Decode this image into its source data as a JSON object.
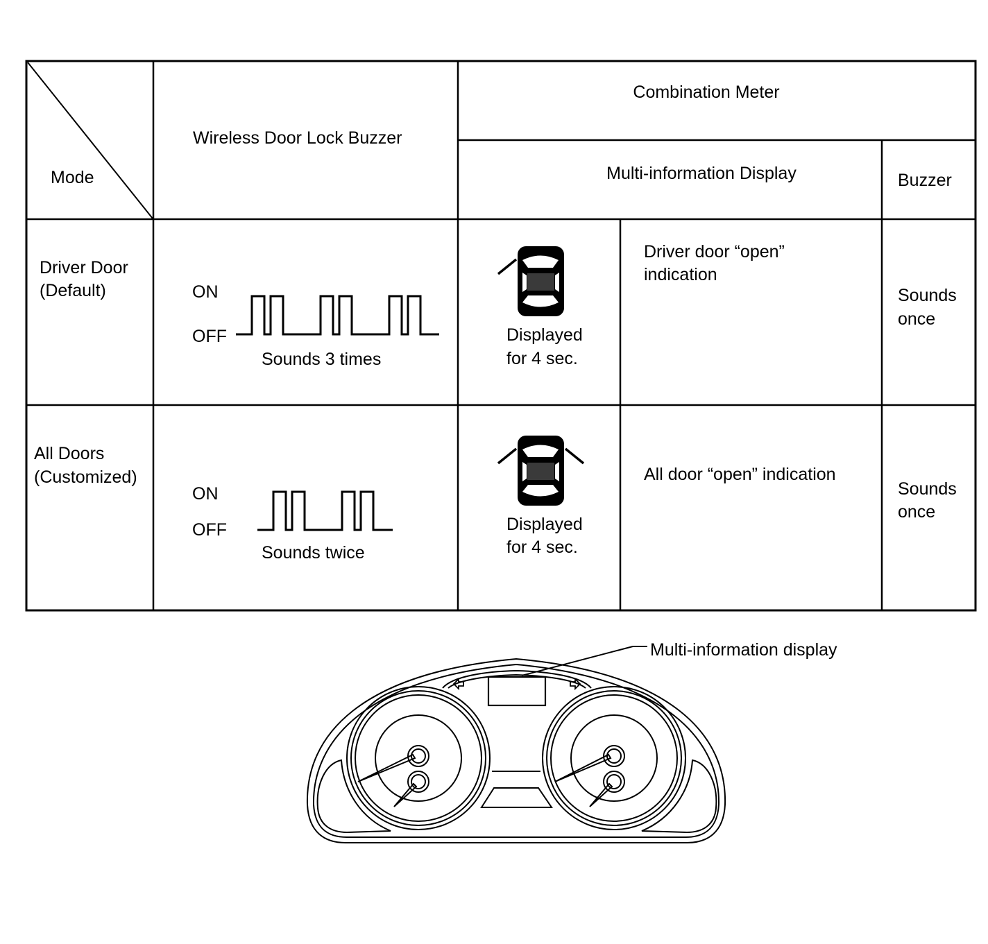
{
  "table": {
    "header": {
      "mode": "Mode",
      "wireless_buzzer": "Wireless Door Lock Buzzer",
      "combination_meter": "Combination Meter",
      "multi_info_display": "Multi-information Display",
      "buzzer": "Buzzer"
    },
    "rows": [
      {
        "mode_line1": "Driver Door",
        "mode_line2": "(Default)",
        "on_label": "ON",
        "off_label": "OFF",
        "pulses": 3,
        "sound_caption": "Sounds 3 times",
        "displayed_line1": "Displayed",
        "displayed_line2": "for 4 sec.",
        "indication_line1": "Driver door “open”",
        "indication_line2": "indication",
        "buzzer_line1": "Sounds",
        "buzzer_line2": "once",
        "icon": "driver-door-open-icon"
      },
      {
        "mode_line1": "All Doors",
        "mode_line2": "(Customized)",
        "on_label": "ON",
        "off_label": "OFF",
        "pulses": 2,
        "sound_caption": "Sounds twice",
        "displayed_line1": "Displayed",
        "displayed_line2": "for 4 sec.",
        "indication_line1": "All door “open” indication",
        "indication_line2": "",
        "buzzer_line1": "Sounds",
        "buzzer_line2": "once",
        "icon": "all-doors-open-icon"
      }
    ]
  },
  "cluster": {
    "callout_label": "Multi-information display",
    "icon": "instrument-cluster-icon"
  }
}
